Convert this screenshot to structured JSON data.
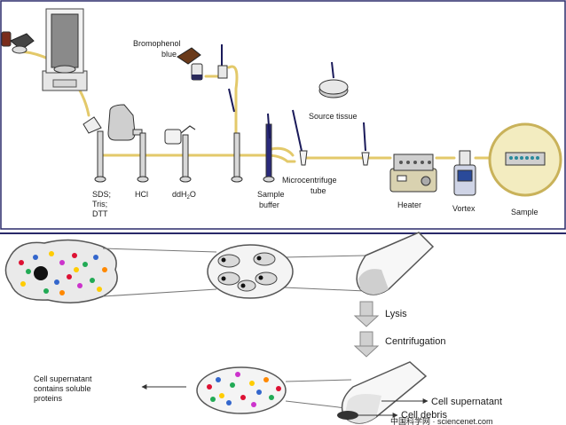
{
  "top_panel": {
    "labels": {
      "bromophenol_line1": "Bromophenol",
      "bromophenol_line2": "blue",
      "sds_line1": "SDS;",
      "sds_line2": "Tris;",
      "sds_line3": "DTT",
      "hcl": "HCl",
      "ddh2o_main": "ddH",
      "ddh2o_sub": "2",
      "ddh2o_end": "O",
      "sample_buffer_line1": "Sample",
      "sample_buffer_line2": "buffer",
      "microcentrifuge_line1": "Microcentrifuge",
      "microcentrifuge_line2": "tube",
      "source_tissue": "Source tissue",
      "heater": "Heater",
      "vortex": "Vortex",
      "sample": "Sample"
    }
  },
  "bottom_panel": {
    "labels": {
      "lysis": "Lysis",
      "centrifugation": "Centrifugation",
      "supernatant_note_line1": "Cell supernatant",
      "supernatant_note_line2": "contains soluble",
      "supernatant_note_line3": "proteins",
      "cell_supernatant": "Cell supernatant",
      "cell_debris": "Cell debris"
    }
  },
  "watermark": "中国科学网 · sciencenet.com",
  "colors": {
    "frame": "#2a2a6a",
    "flow_line": "#e3c96a",
    "arrow": "#b8b8b8",
    "pipette": "#1a1a5a",
    "sample_circle_fill": "#f3ecc0",
    "sample_circle_stroke": "#c9b25a"
  }
}
